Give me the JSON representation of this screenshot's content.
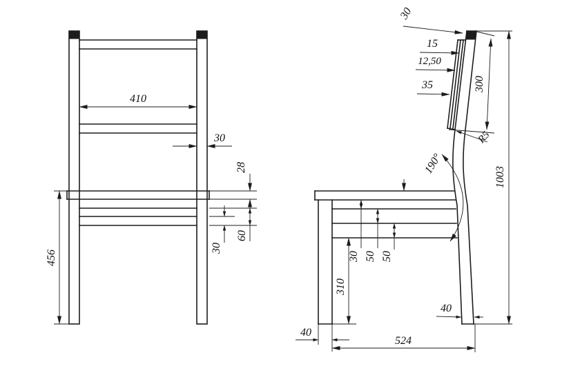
{
  "page": {
    "background": "#ffffff",
    "line_color": "#1c1c1c",
    "description": "Technical orthographic drawing of a chair: front view (left) and side view (right) with dimensions in millimetres"
  },
  "drawing": {
    "front_view": {
      "inner_width": "410",
      "post_width": "30",
      "seat_thickness": "28",
      "seat_height": "456",
      "rail_height": "30",
      "rail_gap": "60"
    },
    "side_view": {
      "post_top_depth": "30",
      "slat_thickness": "15",
      "slat_gap": "12,50",
      "slat_width": "35",
      "backrest_span": "300",
      "corner_radius": "R5",
      "back_angle": "190°",
      "overall_height": "1003",
      "spacing_seat_to_rail": "30",
      "rail_spacing_upper": "50",
      "rail_spacing_lower": "50",
      "rail_bottom_to_floor": "310",
      "back_leg_width": "40",
      "front_leg_width": "40",
      "overall_depth": "524"
    }
  }
}
